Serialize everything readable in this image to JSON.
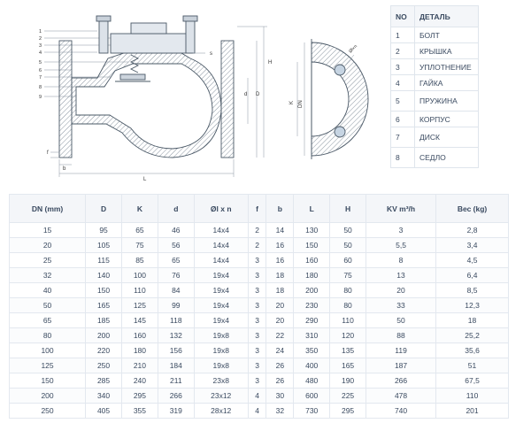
{
  "drawing": {
    "callouts_left": [
      "1",
      "2",
      "3",
      "4",
      "5",
      "6",
      "7",
      "8",
      "9"
    ],
    "dim_f": "f",
    "dim_b": "b",
    "dim_s": "s",
    "dim_L": "L",
    "dim_H": "H",
    "dim_d": "d",
    "dim_D": "D",
    "dim_K": "K",
    "dim_DN": "DN",
    "dim_hole": "Øl×n"
  },
  "parts": {
    "headers": [
      "NO",
      "ДЕТАЛЬ"
    ],
    "rows": [
      [
        "1",
        "БОЛТ"
      ],
      [
        "2",
        "КРЫШКА"
      ],
      [
        "3",
        "УПЛОТНЕНИЕ"
      ],
      [
        "4",
        "ГАЙКА"
      ],
      [
        "5",
        "ПРУЖИНА"
      ],
      [
        "6",
        "КОРПУС"
      ],
      [
        "7",
        "ДИСК"
      ],
      [
        "8",
        "СЕДЛО"
      ]
    ]
  },
  "specs": {
    "headers": [
      "DN  (mm)",
      "D",
      "K",
      "d",
      "Øl x n",
      "f",
      "b",
      "L",
      "H",
      "KV m³/h",
      "Вес (kg)"
    ],
    "rows": [
      [
        "15",
        "95",
        "65",
        "46",
        "14x4",
        "2",
        "14",
        "130",
        "50",
        "3",
        "2,8"
      ],
      [
        "20",
        "105",
        "75",
        "56",
        "14x4",
        "2",
        "16",
        "150",
        "50",
        "5,5",
        "3,4"
      ],
      [
        "25",
        "115",
        "85",
        "65",
        "14x4",
        "3",
        "16",
        "160",
        "60",
        "8",
        "4,5"
      ],
      [
        "32",
        "140",
        "100",
        "76",
        "19x4",
        "3",
        "18",
        "180",
        "75",
        "13",
        "6,4"
      ],
      [
        "40",
        "150",
        "110",
        "84",
        "19x4",
        "3",
        "18",
        "200",
        "80",
        "20",
        "8,5"
      ],
      [
        "50",
        "165",
        "125",
        "99",
        "19x4",
        "3",
        "20",
        "230",
        "80",
        "33",
        "12,3"
      ],
      [
        "65",
        "185",
        "145",
        "118",
        "19x4",
        "3",
        "20",
        "290",
        "110",
        "50",
        "18"
      ],
      [
        "80",
        "200",
        "160",
        "132",
        "19x8",
        "3",
        "22",
        "310",
        "120",
        "88",
        "25,2"
      ],
      [
        "100",
        "220",
        "180",
        "156",
        "19x8",
        "3",
        "24",
        "350",
        "135",
        "119",
        "35,6"
      ],
      [
        "125",
        "250",
        "210",
        "184",
        "19x8",
        "3",
        "26",
        "400",
        "165",
        "187",
        "51"
      ],
      [
        "150",
        "285",
        "240",
        "211",
        "23x8",
        "3",
        "26",
        "480",
        "190",
        "266",
        "67,5"
      ],
      [
        "200",
        "340",
        "295",
        "266",
        "23x12",
        "4",
        "30",
        "600",
        "225",
        "478",
        "110"
      ],
      [
        "250",
        "405",
        "355",
        "319",
        "28x12",
        "4",
        "32",
        "730",
        "295",
        "740",
        "201"
      ]
    ]
  }
}
